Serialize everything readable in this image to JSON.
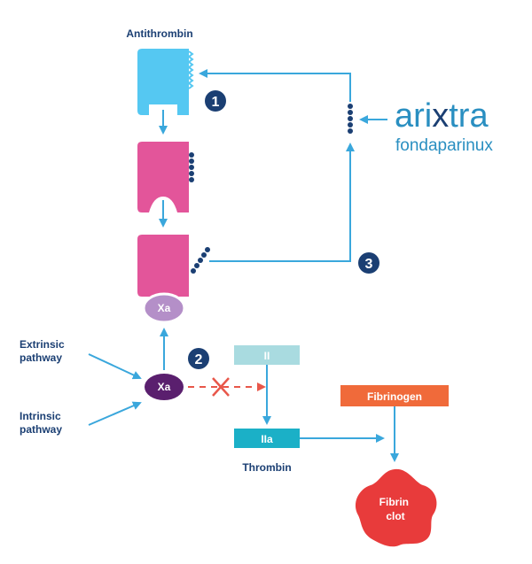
{
  "labels": {
    "antithrombin": "Antithrombin",
    "extrinsic_line1": "Extrinsic",
    "extrinsic_line2": "pathway",
    "intrinsic_line1": "Intrinsic",
    "intrinsic_line2": "pathway",
    "xa_bound": "Xa",
    "xa_free": "Xa",
    "factor_ii": "II",
    "factor_iia": "IIa",
    "thrombin": "Thrombin",
    "fibrinogen": "Fibrinogen",
    "fibrin_line1": "Fibrin",
    "fibrin_line2": "clot"
  },
  "steps": [
    "1",
    "2",
    "3"
  ],
  "brand": {
    "name_part1": "ari",
    "name_part2": "x",
    "name_part3": "tra",
    "generic": "fondaparinux"
  },
  "colors": {
    "antithrombin": "#55c8f2",
    "activated_antithrombin": "#e3559a",
    "xa_bound": "#b48fc8",
    "xa_free": "#5a1f6e",
    "step_badge": "#1b3f73",
    "arrow": "#3aa7dc",
    "inhibit": "#e8574a",
    "factor_ii": "#a9dbe0",
    "factor_iia": "#1bb0c7",
    "fibrinogen": "#f06a3a",
    "fibrin_clot": "#e83b3b",
    "brand_x": "#1b3f73"
  },
  "icons": [
    "pentasaccharide-chain-icon",
    "inhibition-cross-icon"
  ]
}
